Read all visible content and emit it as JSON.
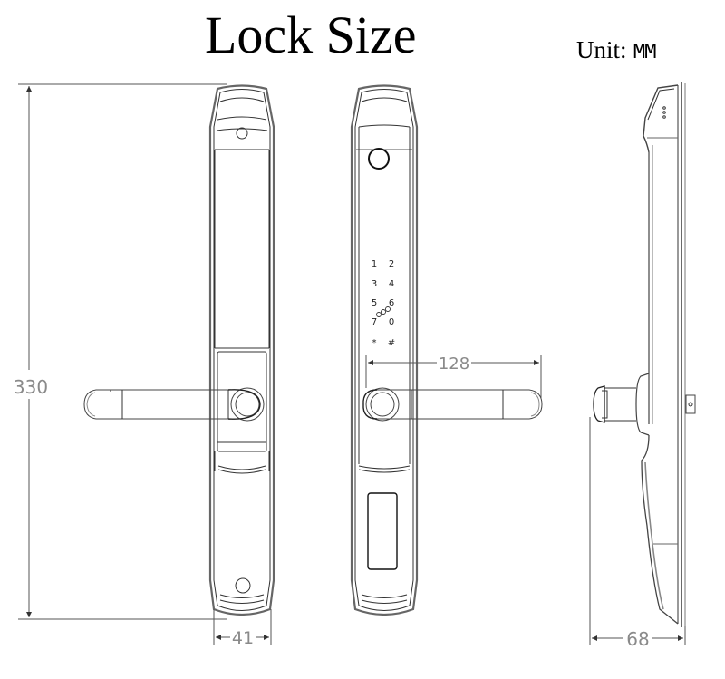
{
  "header": {
    "title": "Lock Size",
    "unit_label": "Unit:",
    "unit_value": "MM"
  },
  "dimensions": {
    "height": "330",
    "width_front": "41",
    "handle_length": "128",
    "depth": "68"
  },
  "keypad": {
    "keys": [
      "1",
      "2",
      "3",
      "4",
      "5",
      "6",
      "7",
      "0",
      "*",
      "#"
    ]
  },
  "views": [
    {
      "name": "back-view",
      "label": ""
    },
    {
      "name": "front-view",
      "label": ""
    },
    {
      "name": "side-view",
      "label": ""
    }
  ],
  "colors": {
    "line": "#333333",
    "outline_gray": "#7a7a7a",
    "dimension": "#8a8a8a",
    "background": "#ffffff"
  }
}
